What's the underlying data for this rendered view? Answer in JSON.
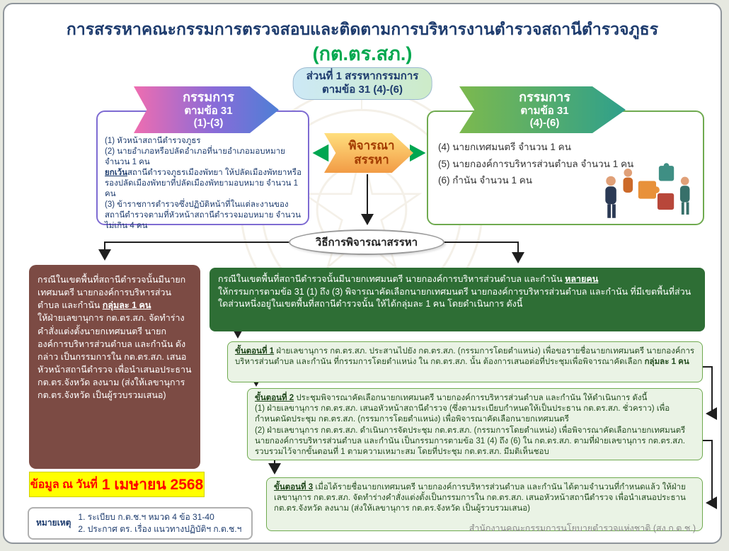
{
  "page": {
    "title": "การสรรหาคณะกรรมการตรวจสอบและติดตามการบริหารงานตำรวจสถานีตำรวจภูธร",
    "subtitle": "(กต.ตร.สภ.)",
    "footer": "สำนักงานคณะกรรมการนโยบายตำรวจแห่งชาติ (สง.ก.ต.ช.)"
  },
  "section_pill": {
    "line1": "ส่วนที่ 1 สรรหากรรมการ",
    "line2": "ตามข้อ 31 (4)-(6)"
  },
  "left_banner": {
    "line1": "กรรมการ",
    "line2": "ตามข้อ 31",
    "line3": "(1)-(3)"
  },
  "right_banner": {
    "line1": "กรรมการ",
    "line2": "ตามข้อ 31",
    "line3": "(4)-(6)"
  },
  "consider": {
    "line1": "พิจารณา",
    "line2": "สรรหา"
  },
  "left_box": {
    "item1": "(1) หัวหน้าสถานีตำรวจภูธร",
    "item2": "(2) นายอำเภอหรือปลัดอำเภอที่นายอำเภอมอบหมาย จำนวน 1 คน",
    "exception_label": "ยกเว้น",
    "exception_text": "สถานีตำรวจภูธรเมืองพัทยา ให้ปลัดเมืองพัทยาหรือรองปลัดเมืองพัทยาที่ปลัดเมืองพัทยามอบหมาย จำนวน 1 คน",
    "item3": "(3) ข้าราชการตำรวจซึ่งปฏิบัติหน้าที่ในแต่ละงานของสถานีตำรวจตามที่หัวหน้าสถานีตำรวจมอบหมาย จำนวนไม่เกิน 4 คน"
  },
  "right_box": {
    "items": [
      "(4) นายกเทศมนตรี จำนวน 1 คน",
      "(5) นายกองค์การบริหารส่วนตำบล จำนวน 1 คน",
      "(6) กำนัน จำนวน 1 คน"
    ]
  },
  "method_oval": {
    "label": "วิธีการพิจารณาสรรหา"
  },
  "case_single": {
    "intro": "กรณีในเขตพื้นที่สถานีตำรวจนั้นมีนายกเทศมนตรี นายกองค์การบริหารส่วนตำบล และกำนัน ",
    "highlight": "กลุ่มละ 1 คน",
    "body": "\nให้ฝ่ายเลขานุการ กต.ตร.สภ. จัดทำร่างคำสั่งแต่งตั้งนายกเทศมนตรี นายกองค์การบริหารส่วนตำบล และกำนัน ดังกล่าว เป็นกรรมการใน กต.ตร.สภ. เสนอหัวหน้าสถานีตำรวจ เพื่อนำเสนอประธาน กต.ตร.จังหวัด ลงนาม (ส่งให้เลขานุการ กต.ตร.จังหวัด เป็นผู้รวบรวมเสนอ)"
  },
  "case_multiple": {
    "intro": "กรณีในเขตพื้นที่สถานีตำรวจนั้นมีนายกเทศมนตรี นายกองค์การบริหารส่วนตำบล และกำนัน ",
    "highlight": "หลายคน",
    "body": "\nให้กรรมการตามข้อ 31 (1) ถึง (3) พิจารณาคัดเลือกนายกเทศมนตรี นายกองค์การบริหารส่วนตำบล และกำนัน ที่มีเขตพื้นที่ส่วนใดส่วนหนึ่งอยู่ในเขตพื้นที่สถานีตำรวจนั้น ให้ได้กลุ่มละ 1 คน โดยดำเนินการ ดังนี้"
  },
  "steps": [
    {
      "label": "ขั้นตอนที่ 1",
      "text": "ฝ่ายเลขานุการ กต.ตร.สภ. ประสานไปยัง กต.ตร.สภ. (กรรมการโดยตำแหน่ง) เพื่อขอรายชื่อนายกเทศมนตรี นายกองค์การบริหารส่วนตำบล และกำนัน ที่กรรมการโดยตำแหน่ง ใน กต.ตร.สภ. นั้น ต้องการเสนอต่อที่ประชุมเพื่อพิจารณาคัดเลือก ",
      "bold": "กลุ่มละ 1 คน"
    },
    {
      "label": "ขั้นตอนที่ 2",
      "text": "ประชุมพิจารณาคัดเลือกนายกเทศมนตรี นายกองค์การบริหารส่วนตำบล และกำนัน ให้ดำเนินการ ดังนี้\n(1) ฝ่ายเลขานุการ กต.ตร.สภ. เสนอหัวหน้าสถานีตำรวจ (ซึ่งตามระเบียบกำหนดให้เป็นประธาน กต.ตร.สภ. ชั่วคราว) เพื่อกำหนดนัดประชุม กต.ตร.สภ. (กรรมการโดยตำแหน่ง) เพื่อพิจารณาคัดเลือกนายกเทศมนตรี\n(2) ฝ่ายเลขานุการ กต.ตร.สภ. ดำเนินการจัดประชุม กต.ตร.สภ. (กรรมการโดยตำแหน่ง) เพื่อพิจารณาคัดเลือกนายกเทศมนตรี นายกองค์การบริหารส่วนตำบล และกำนัน เป็นกรรมการตามข้อ 31 (4) ถึง (6) ใน กต.ตร.สภ. ตามที่ฝ่ายเลขานุการ กต.ตร.สภ. รวบรวมไว้จากขั้นตอนที่ 1 ตามความเหมาะสม โดยที่ประชุม กต.ตร.สภ. มีมติเห็นชอบ"
    },
    {
      "label": "ขั้นตอนที่ 3",
      "text": "เมื่อได้รายชื่อนายกเทศมนตรี นายกองค์การบริหารส่วนตำบล และกำนัน ได้ตามจำนวนที่กำหนดแล้ว ให้ฝ่ายเลขานุการ กต.ตร.สภ. จัดทำร่างคำสั่งแต่งตั้งเป็นกรรมการใน กต.ตร.สภ. เสนอหัวหน้าสถานีตำรวจ เพื่อนำเสนอประธาน กต.ตร.จังหวัด ลงนาม (ส่งให้เลขานุการ กต.ตร.จังหวัด เป็นผู้รวบรวมเสนอ)"
    }
  ],
  "date_note": {
    "prefix": "ข้อมูล ณ วันที่",
    "date": "1 เมษายน 2568"
  },
  "notes": {
    "label": "หมายเหตุ",
    "items": [
      "1. ระเบียบ ก.ต.ช.ฯ หมวด 4 ข้อ 31-40",
      "2. ประกาศ ตร. เรื่อง แนวทางปฏิบัติฯ ก.ต.ช.ฯ"
    ]
  },
  "colors": {
    "title_navy": "#1E3C6E",
    "accent_green": "#00A651",
    "banner_left_gradient": [
      "#EF6DB0",
      "#8A6BD8",
      "#4E7FD6"
    ],
    "banner_right_gradient": [
      "#7CB94E",
      "#2FA08B"
    ],
    "consider_orange": "#F29B45",
    "case_single_maroon": "#7C4B44",
    "case_multiple_green": "#2E6E35",
    "step_bg": "#EAF3E5",
    "step_border": "#6FAA4F",
    "date_highlight": "#FFFF00",
    "date_text": "#FF0000"
  }
}
